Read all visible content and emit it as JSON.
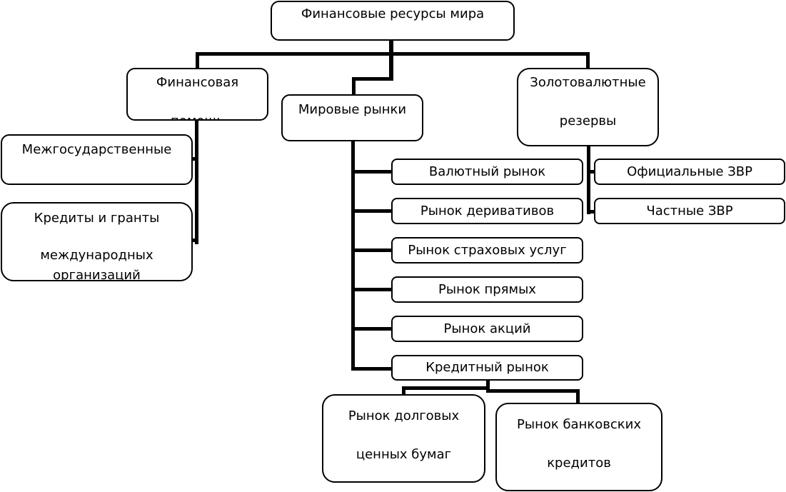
{
  "diagram": {
    "root": {
      "label": "Финансовые ресурсы мира"
    },
    "branches": {
      "financial_aid": {
        "label_lines": [
          "Финансовая",
          "помощь"
        ],
        "children": [
          {
            "label_lines": [
              "Межгосударственные"
            ]
          },
          {
            "label_lines": [
              "Кредиты и гранты",
              "международных",
              "организаций"
            ]
          }
        ]
      },
      "world_markets": {
        "label_lines": [
          "Мировые рынки"
        ],
        "children": [
          {
            "label": "Валютный рынок"
          },
          {
            "label": "Рынок деривативов"
          },
          {
            "label": "Рынок страховых услуг"
          },
          {
            "label": "Рынок прямых"
          },
          {
            "label": "Рынок акций"
          },
          {
            "label": "Кредитный рынок"
          }
        ],
        "credit_market_children": [
          {
            "label_lines": [
              "Рынок долговых",
              "ценных бумаг"
            ]
          },
          {
            "label_lines": [
              "Рынок банковских",
              "кредитов"
            ]
          }
        ]
      },
      "gold_reserves": {
        "label_lines": [
          "Золотовалютные",
          "резервы"
        ],
        "children": [
          {
            "label": "Официальные ЗВР"
          },
          {
            "label": "Частные ЗВР"
          }
        ]
      }
    }
  }
}
